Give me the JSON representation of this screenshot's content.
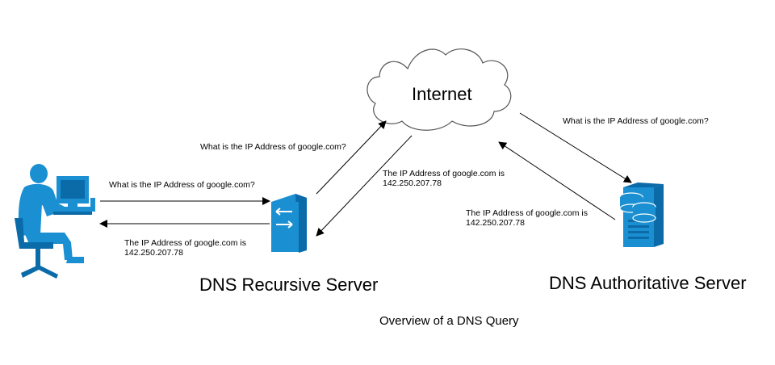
{
  "cloud_label": "Internet",
  "nodes": {
    "recursive": "DNS Recursive Server",
    "authoritative": "DNS Authoritative Server"
  },
  "caption": "Overview of a DNS Query",
  "messages": {
    "client_to_recursive": "What is the IP Address of google.com?",
    "recursive_to_internet": "What is the IP Address of google.com?",
    "internet_to_authoritative": "What is the IP Address of google.com?",
    "internet_to_recursive": {
      "line1": "The IP Address of google.com is",
      "line2": "142.250.207.78"
    },
    "authoritative_to_internet": {
      "line1": "The IP Address of google.com is",
      "line2": "142.250.207.78"
    },
    "recursive_to_client": {
      "line1": "The IP Address of google.com is",
      "line2": "142.250.207.78"
    }
  },
  "icons": [
    "user-at-computer-icon",
    "recursive-server-icon",
    "authoritative-server-icon",
    "internet-cloud-icon"
  ],
  "colors": {
    "icon_blue": "#1a8fd1",
    "icon_dark": "#0b6aa8",
    "arrow": "#000000"
  }
}
